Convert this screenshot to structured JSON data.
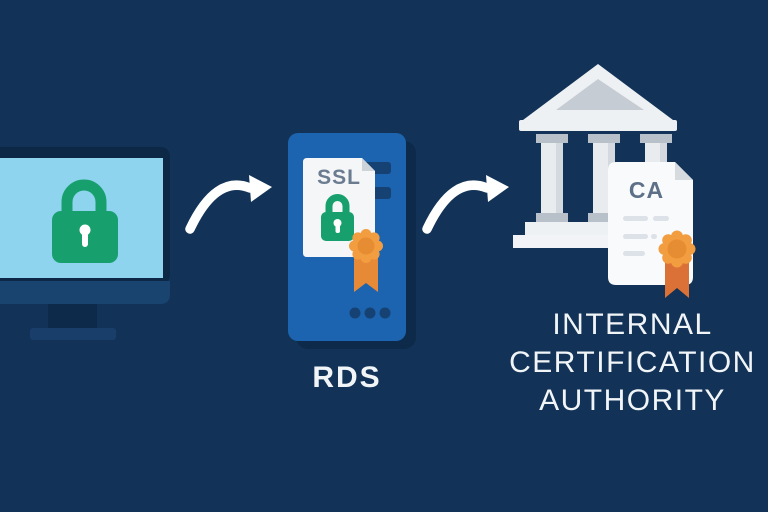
{
  "colors": {
    "bg": "#123357",
    "monitor_frame": "#0d2846",
    "screen_blue": "#8ed4ee",
    "monitor_chin": "#1a4470",
    "monitor_neck": "#0e2a4b",
    "monitor_base": "#183e69",
    "lock_green": "#17a06d",
    "keyhole_white": "#ffffff",
    "panel_blue": "#1c64b0",
    "panel_shadow": "#0d2a4a",
    "panel_detail": "#164173",
    "doc_white": "#f4f6f8",
    "doc_fold": "#ccd3d9",
    "ssl_text": "#6b7c90",
    "cert_white": "#f8fafc",
    "cert_fold": "#d6dbe0",
    "ca_text": "#5d7088",
    "cert_line": "#dde2e8",
    "building_light": "#eef1f4",
    "building_inner": "#c6ccd4",
    "column_light": "#e9ecef",
    "column_shade": "#d3d9df",
    "building_cap": "#b8c0ca",
    "step_light": "#f1f3f6",
    "arrow_white": "#ffffff",
    "badge_orange": "#f29d40",
    "badge_orange_deep": "#e68c32",
    "ribbon_orange": "#e68a38",
    "ribbon_deep": "#db7136",
    "label_white": "#f2f5f7"
  },
  "icons": [
    "monitor-lock-icon",
    "padlock-icon",
    "curved-arrow-right-icon",
    "server-panel-icon",
    "ssl-certificate-icon",
    "award-ribbon-icon",
    "bank-building-icon",
    "ca-certificate-icon"
  ],
  "flow": {
    "client": {},
    "rds": {
      "certificate_label": "SSL",
      "label": "RDS"
    },
    "authority": {
      "certificate_label": "CA",
      "label_lines": [
        "INTERNAL",
        "CERTIFICATION",
        "AUTHORITY"
      ]
    }
  }
}
